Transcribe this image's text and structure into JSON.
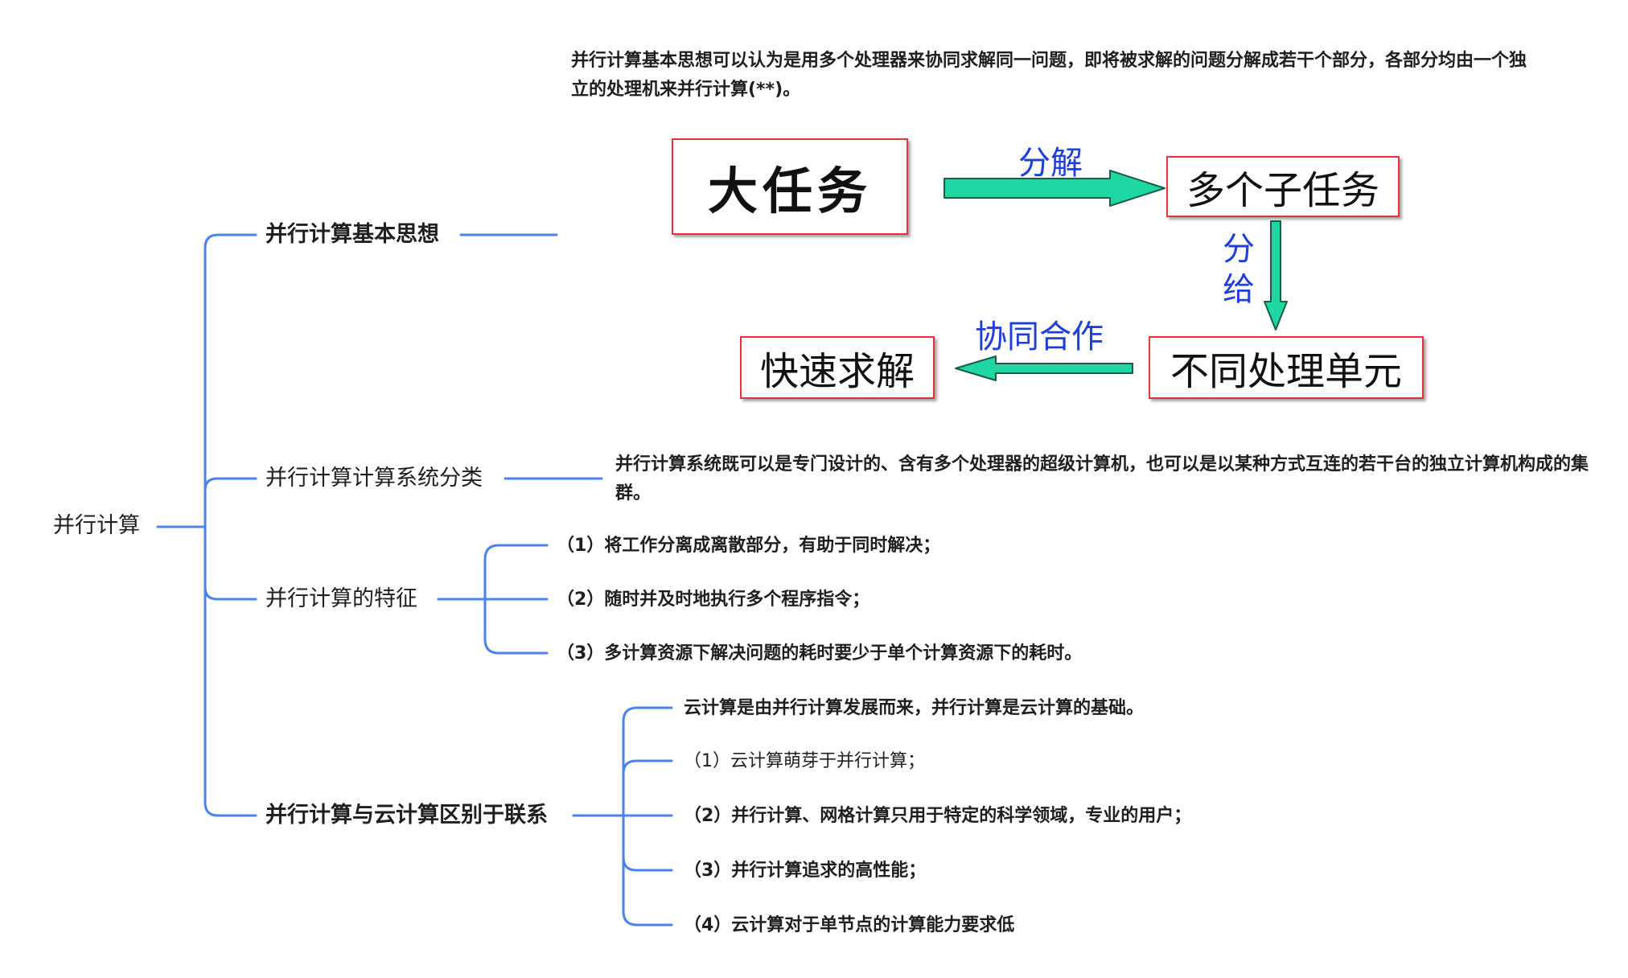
{
  "root": {
    "label": "并行计算"
  },
  "branches": [
    {
      "label": "并行计算基本思想"
    },
    {
      "label": "并行计算计算系统分类"
    },
    {
      "label": "并行计算的特征"
    },
    {
      "label": "并行计算与云计算区别于联系"
    }
  ],
  "idea": {
    "description": "并行计算基本思想可以认为是用多个处理器来协同求解同一问题，即将被求解的问题分解成若干个部分，各部分均由一个独立的处理机来并行计算(**)。",
    "flow": {
      "boxes": [
        "大任务",
        "多个子任务",
        "不同处理单元",
        "快速求解"
      ],
      "edges": [
        "分解",
        "分给",
        "协同合作"
      ]
    }
  },
  "classification": {
    "description": "并行计算系统既可以是专门设计的、含有多个处理器的超级计算机，也可以是以某种方式互连的若干台的独立计算机构成的集群。"
  },
  "features": [
    "（1）将工作分离成离散部分，有助于同时解决；",
    "（2）随时并及时地执行多个程序指令；",
    "（3）多计算资源下解决问题的耗时要少于单个计算资源下的耗时。"
  ],
  "relation": [
    "云计算是由并行计算发展而来，并行计算是云计算的基础。",
    "（1）云计算萌芽于并行计算；",
    "（2）并行计算、网格计算只用于特定的科学领域，专业的用户；",
    "（3）并行计算追求的高性能；",
    "（4）云计算对于单节点的计算能力要求低"
  ],
  "colors": {
    "connector": "#4a82ee",
    "box_border": "#e0323f",
    "arrow_fill": "#1fd7a0",
    "edge_label": "#1f3fd6"
  }
}
